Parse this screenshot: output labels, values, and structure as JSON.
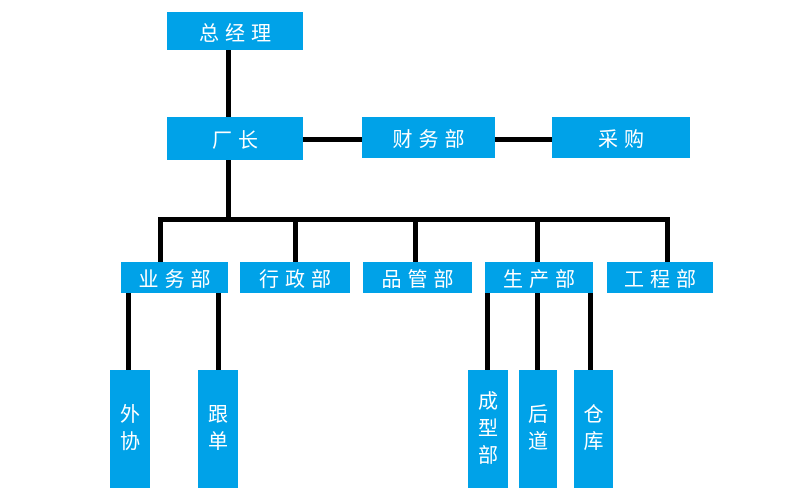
{
  "chart": {
    "type": "org-chart",
    "background_color": "#ffffff",
    "node_fill_color": "#00a2e8",
    "node_text_color": "#ffffff",
    "connector_color": "#000000"
  },
  "nodes": {
    "gm": {
      "label": "总经理"
    },
    "director": {
      "label": "厂长"
    },
    "finance": {
      "label": "财务部"
    },
    "purchasing": {
      "label": "采购"
    },
    "business": {
      "label": "业务部"
    },
    "admin": {
      "label": "行政部"
    },
    "qc": {
      "label": "品管部"
    },
    "production": {
      "label": "生产部"
    },
    "engineering": {
      "label": "工程部"
    },
    "outsourcing": {
      "label": "外协"
    },
    "order_tracking": {
      "label": "跟单"
    },
    "molding": {
      "label": "成型部"
    },
    "post_processing": {
      "label": "后道"
    },
    "warehouse": {
      "label": "仓库"
    }
  },
  "hierarchy": {
    "gm": [
      "director"
    ],
    "director": [
      "finance",
      "business",
      "admin",
      "qc",
      "production",
      "engineering"
    ],
    "finance": [
      "purchasing"
    ],
    "business": [
      "outsourcing",
      "order_tracking"
    ],
    "production": [
      "molding",
      "post_processing",
      "warehouse"
    ]
  }
}
